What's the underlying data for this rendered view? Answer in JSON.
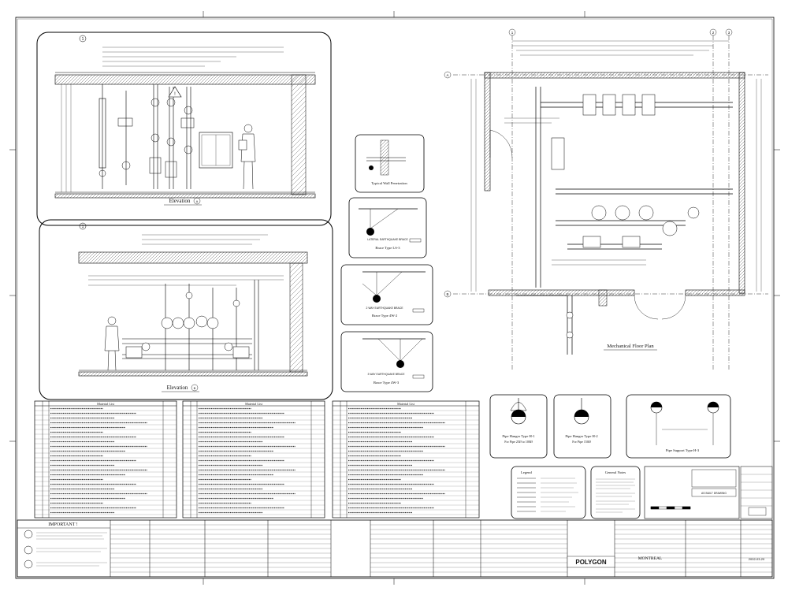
{
  "views": {
    "elevation_a": {
      "marker": "1",
      "title": "Elevation",
      "bubble": "A"
    },
    "elevation_b": {
      "marker": "1",
      "title": "Elevation",
      "bubble": "B"
    },
    "wall_penetration": {
      "title": "Typical Wall Penetration"
    },
    "brace_1": {
      "title": "Brace Type LS-3",
      "note": "LATERAL EARTHQUAKE BRACE"
    },
    "brace_2": {
      "title": "Brace Type 4W-2",
      "note": "2 WAY EARTHQUAKE BRACE"
    },
    "brace_3": {
      "title": "Brace Type 4W-3",
      "note": "3 WAY EARTHQUAKE BRACE"
    },
    "floor_plan": {
      "title": "Mechanical Floor Plan",
      "grid_cols": [
        "1",
        "2",
        "3"
      ],
      "grid_rows": [
        "A",
        "B"
      ]
    },
    "hanger_1": {
      "title": "Pipe Hanger Type H-1",
      "sub": "For Pipe 25Ø to 100Ø"
    },
    "hanger_2": {
      "title": "Pipe Hanger Type H-2",
      "sub": "For Pipe 150Ø"
    },
    "hanger_3": {
      "title": "Pipe Support Type H-3"
    }
  },
  "material_lists": [
    {
      "title": "Material List"
    },
    {
      "title": "Material List"
    },
    {
      "title": "Material List"
    }
  ],
  "legend": {
    "title": "Legend"
  },
  "general_notes": {
    "title": "General Notes"
  },
  "title_block": {
    "important": "IMPORTANT !",
    "company": "POLYGON",
    "location": "MONTREAL",
    "date": "2002-03-20",
    "stamp": "AS BUILT DRAWING"
  }
}
